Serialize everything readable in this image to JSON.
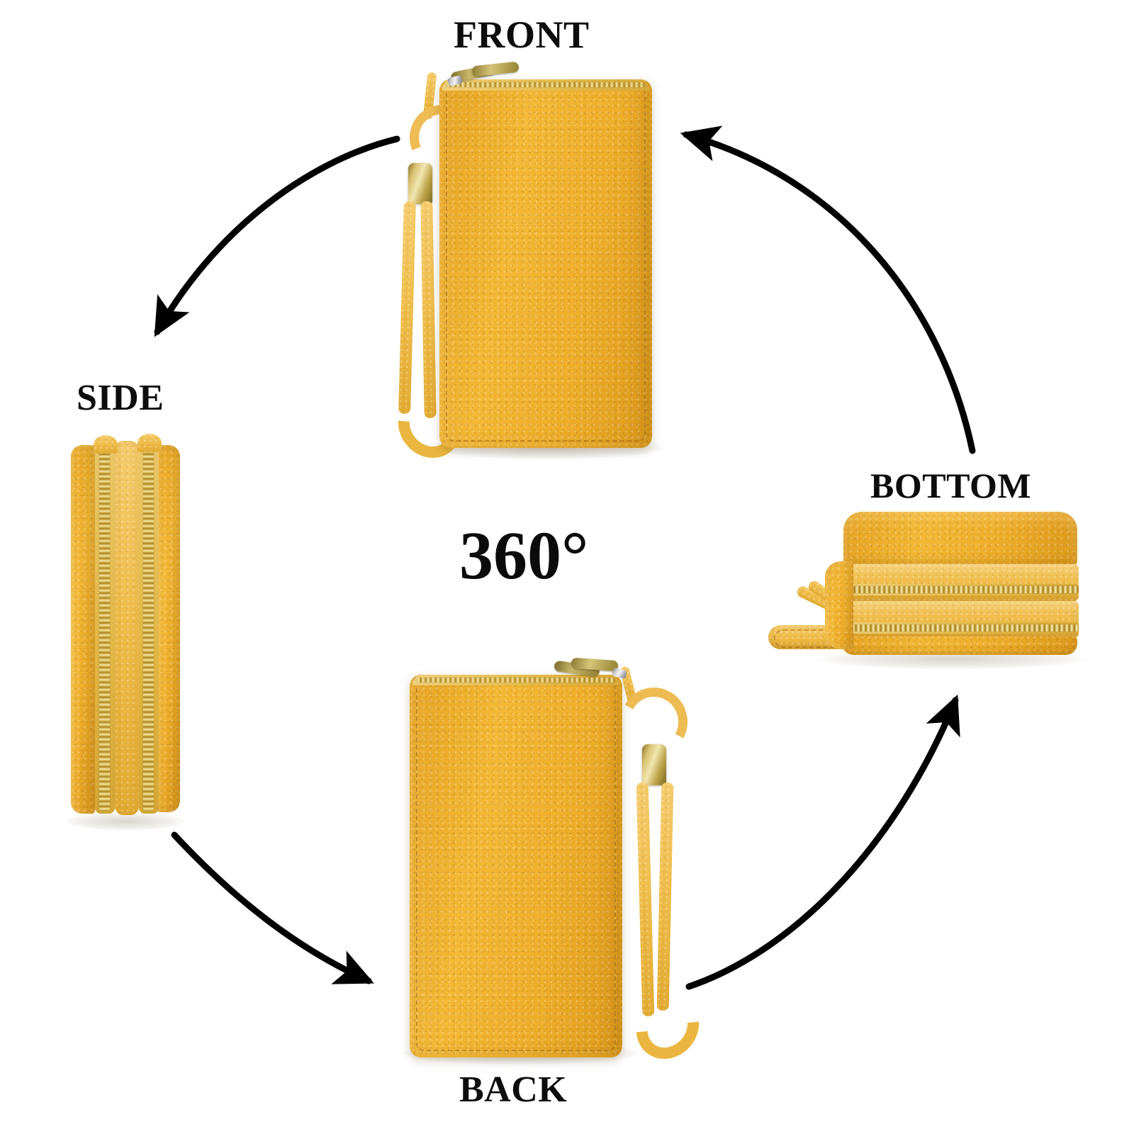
{
  "page": {
    "title": "360 Degree Product View",
    "background_color": "#FFFFFF",
    "center_label": "360°"
  },
  "palette": {
    "leather_yellow": "#EFB02E",
    "leather_yellow_light": "#F3C75E",
    "leather_yellow_dark": "#DE9A1C",
    "zipper_gold": "#D9B94E",
    "hardware_gold": "#C9AE5A",
    "hardware_silver": "#CFCFD4",
    "label_black": "#0D0D0D",
    "arrow_black": "#000000"
  },
  "views": [
    {
      "id": "front",
      "label": "FRONT",
      "label_position": "top",
      "description": "Yellow pebbled leather zip-around wallet, front face, wrist strap hanging at left, gold zipper pulls at top"
    },
    {
      "id": "side",
      "label": "SIDE",
      "label_position": "above",
      "description": "Narrow edge profile showing two parallel gold zipper tracks running the full height"
    },
    {
      "id": "bottom",
      "label": "BOTTOM",
      "label_position": "above",
      "description": "Wallet lying flat, two horizontal gold zipper rows visible, wrist strap looping out to the left"
    },
    {
      "id": "back",
      "label": "BACK",
      "label_position": "below",
      "description": "Plain yellow pebbled leather back face, wrist strap hanging at right, gold zipper pull at top right"
    }
  ],
  "arrows": [
    {
      "id": "front-to-side",
      "from": "FRONT",
      "to": "SIDE",
      "direction": "down-left"
    },
    {
      "id": "side-to-back",
      "from": "SIDE",
      "to": "BACK",
      "direction": "down-right"
    },
    {
      "id": "back-to-bottom",
      "from": "BACK",
      "to": "BOTTOM",
      "direction": "up-right"
    },
    {
      "id": "bottom-to-front",
      "from": "BOTTOM",
      "to": "FRONT",
      "direction": "up-left"
    }
  ]
}
